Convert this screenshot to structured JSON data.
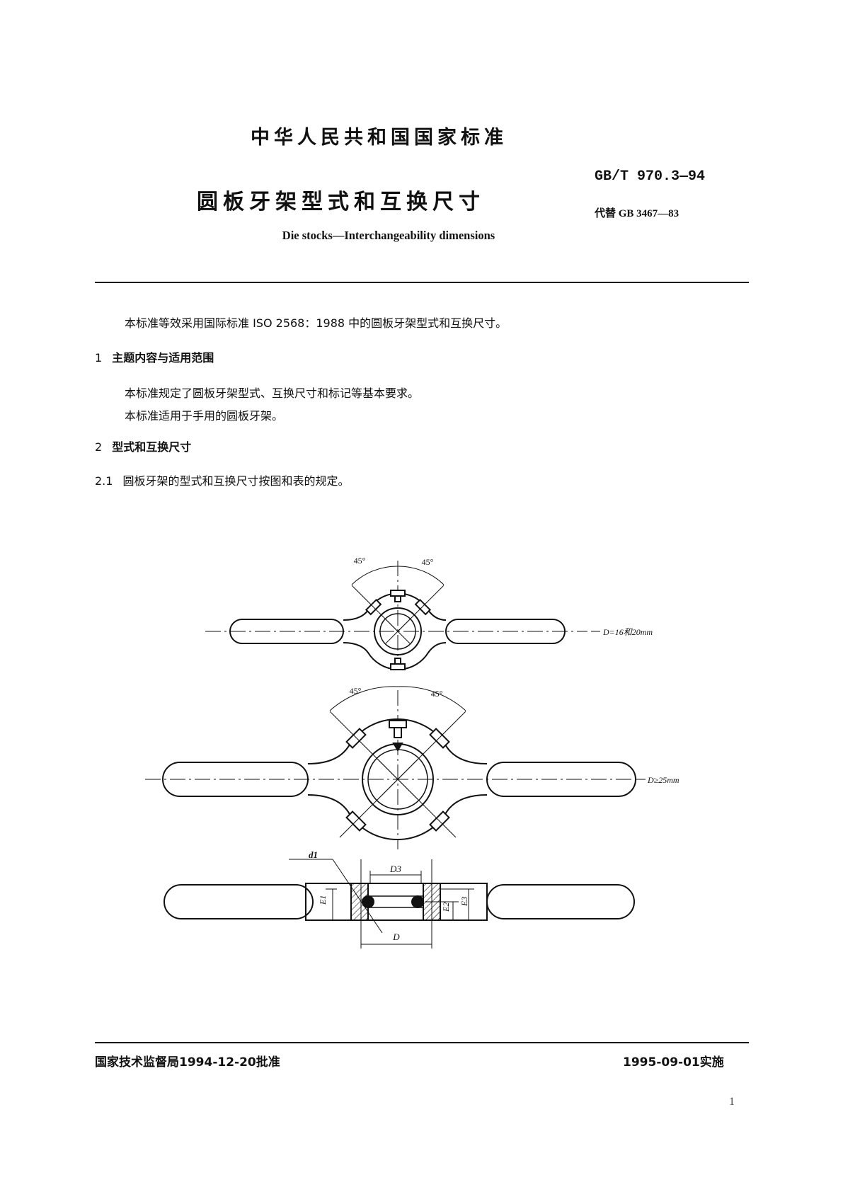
{
  "header": {
    "national_standard": "中华人民共和国国家标准",
    "standard_number": "GB/T 970.3—94",
    "title_cn": "圆板牙架型式和互换尺寸",
    "replaces": "代替 GB 3467—83",
    "title_en": "Die stocks—Interchangeability dimensions"
  },
  "body": {
    "intro": "本标准等效采用国际标准 ISO 2568：1988 中的圆板牙架型式和互换尺寸。",
    "section1": {
      "number": "1",
      "title": "主题内容与适用范围"
    },
    "section1_p1": "本标准规定了圆板牙架型式、互换尺寸和标记等基本要求。",
    "section1_p2": "本标准适用于手用的圆板牙架。",
    "section2": {
      "number": "2",
      "title": "型式和互换尺寸"
    },
    "section21": {
      "number": "2.1",
      "text": "圆板牙架的型式和互换尺寸按图和表的规定。"
    }
  },
  "figure": {
    "angle_label": "45°",
    "upper_caption": "D=16和20mm",
    "middle_caption": "D≥25mm",
    "dim_d1": "d1",
    "dim_D3": "D3",
    "dim_E1": "E1",
    "dim_E2": "E2",
    "dim_E3": "E3",
    "dim_D": "D"
  },
  "footer": {
    "approval": "国家技术监督局1994-12-20批准",
    "implementation": "1995-09-01实施",
    "page_number": "1"
  }
}
